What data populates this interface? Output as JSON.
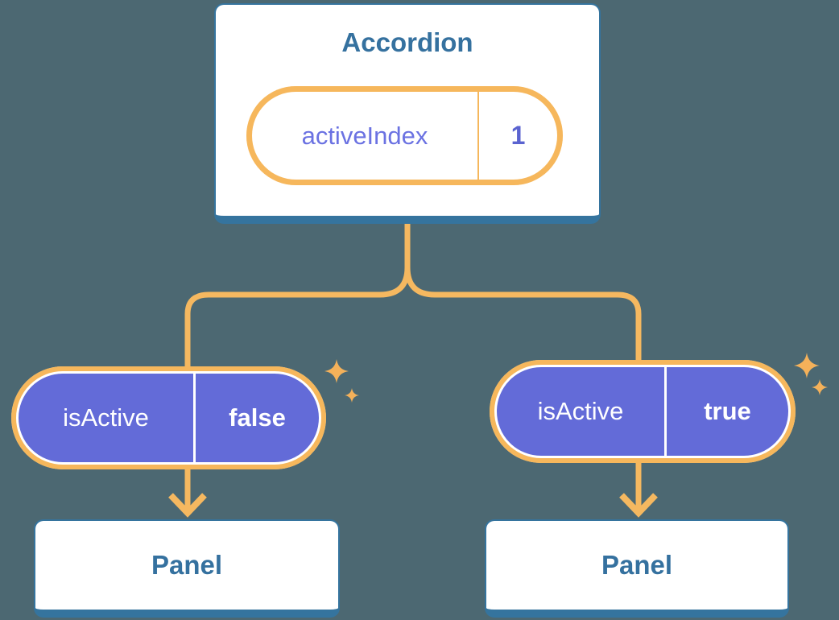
{
  "diagram": {
    "root": {
      "title": "Accordion",
      "state": {
        "name": "activeIndex",
        "value": "1"
      }
    },
    "children": [
      {
        "prop": {
          "name": "isActive",
          "value": "false"
        },
        "panel_title": "Panel"
      },
      {
        "prop": {
          "name": "isActive",
          "value": "true"
        },
        "panel_title": "Panel"
      }
    ],
    "icons": [
      "sparkle-icon",
      "arrow-down-icon"
    ],
    "colors": {
      "background": "#4C6872",
      "card_border_blue": "#35749E",
      "card_text_blue": "#35719F",
      "connector_orange": "#F5B860",
      "ring_orange": "#F6B75C",
      "halo_orange": "#FBDCAB",
      "pill_purple": "#636BD8",
      "state_label_purple": "#6B72E2",
      "state_value_purple": "#5A63D0",
      "prop_text_white": "#FFFFFF",
      "sparkle_orange": "#F4B15A"
    }
  }
}
